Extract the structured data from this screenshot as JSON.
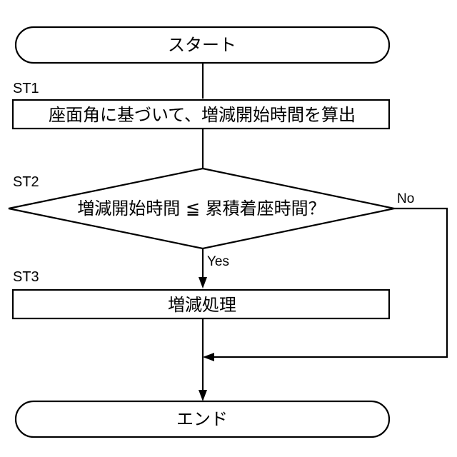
{
  "flowchart": {
    "start": {
      "label": "スタート"
    },
    "steps": [
      {
        "id": "ST1",
        "label": "座面角に基づいて、増減開始時間を算出"
      },
      {
        "id": "ST2",
        "label": "増減開始時間 ≦ 累積着座時間？"
      },
      {
        "id": "ST3",
        "label": "増減処理"
      }
    ],
    "branches": {
      "yes": "Yes",
      "no": "No"
    },
    "end": {
      "label": "エンド"
    }
  }
}
